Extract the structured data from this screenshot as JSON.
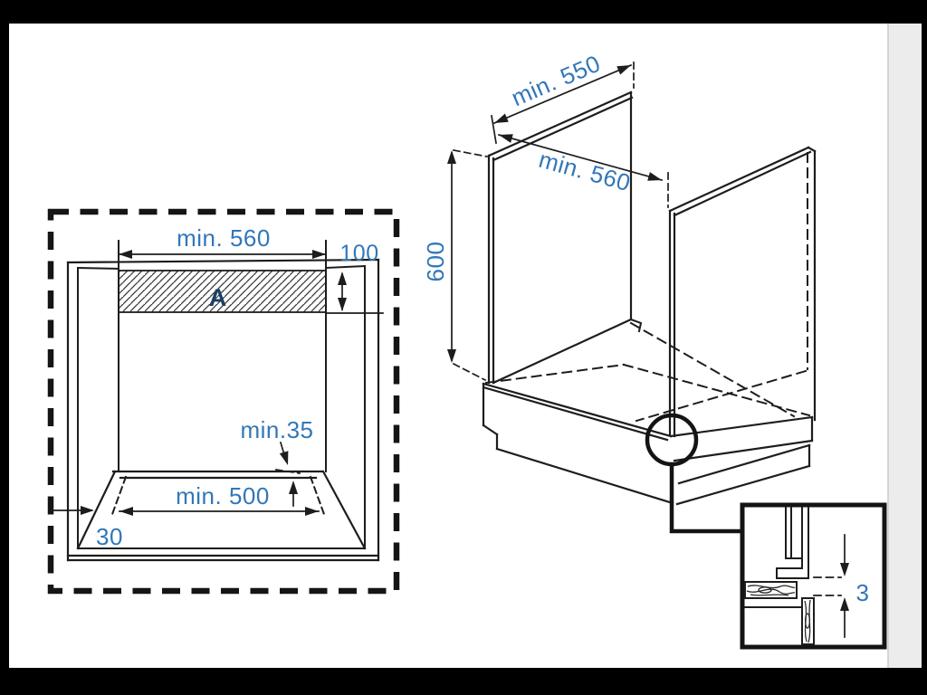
{
  "figure": {
    "type": "built-in oven cabinet installation drawing",
    "front_view": {
      "niche_width_label": "min. 560",
      "vent_gap_label": "100",
      "vent_area_label": "A",
      "rear_clearance_label": "min.35",
      "floor_depth_label": "min. 500",
      "plinth_recess_label": "30"
    },
    "isometric_view": {
      "depth_label": "min. 550",
      "width_label": "min. 560",
      "height_label": "600"
    },
    "detail_view": {
      "gap_label": "3"
    }
  },
  "colors": {
    "dimension_text": "#3277b8",
    "area_text": "#1c3f63",
    "line": "#1d1d1b",
    "frame": "#000000",
    "paper": "#ffffff",
    "page_edge": "#ececec"
  }
}
